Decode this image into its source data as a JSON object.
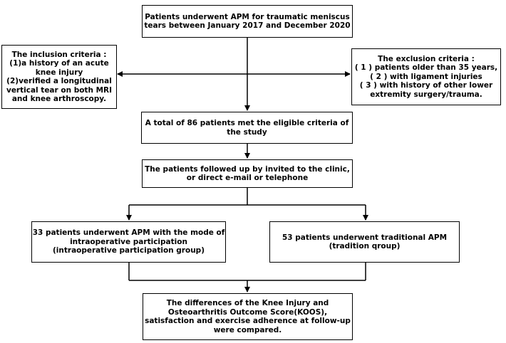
{
  "boxes": {
    "top": "Patients underwent APM for traumatic meniscus tears between January 2017 and December 2020",
    "inclusion": "The inclusion criteria :\n(1)a history of an acute knee injury\n(2)verified a longitudinal vertical tear on both MRI and knee arthroscopy.",
    "exclusion": "The  exclusion criteria :\n( 1 ) patients older than 35 years,\n( 2 ) with ligament injuries\n( 3 ) with history of other lower extremity surgery/trauma.",
    "eligible": "A total of 86 patients  met the eligible criteria of the study",
    "followup": "The patients followed up by invited to the clinic, or direct e-mail or telephone",
    "group_left": "33 patients underwent  APM with the mode of intraoperative participation\n(intraoperative participation   group)",
    "group_right": "53 patients underwent traditional APM\n(tradition qroup)",
    "outcome": "The differences of the Knee Injury and Osteoarthritis Outcome Score(KOOS), satisfaction and exercise adherence at follow-up were compared."
  }
}
